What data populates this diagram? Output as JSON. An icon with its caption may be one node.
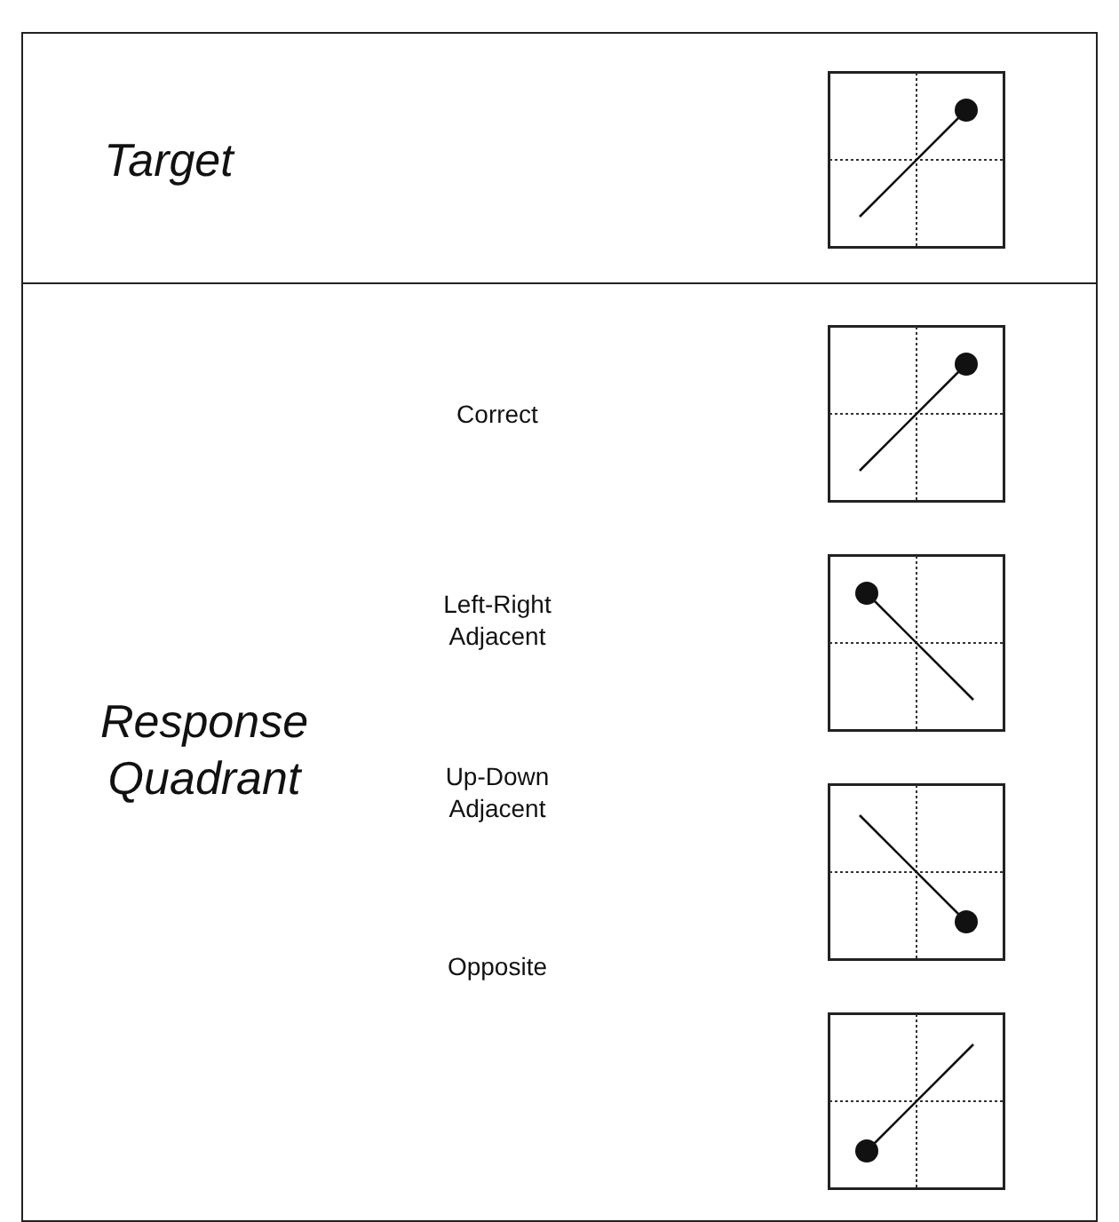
{
  "diagram": {
    "labels": [
      "Target",
      "Response Quadrant",
      "Correct",
      "Left-Right Adjacent",
      "Up-Down Adjacent",
      "Opposite"
    ]
  }
}
